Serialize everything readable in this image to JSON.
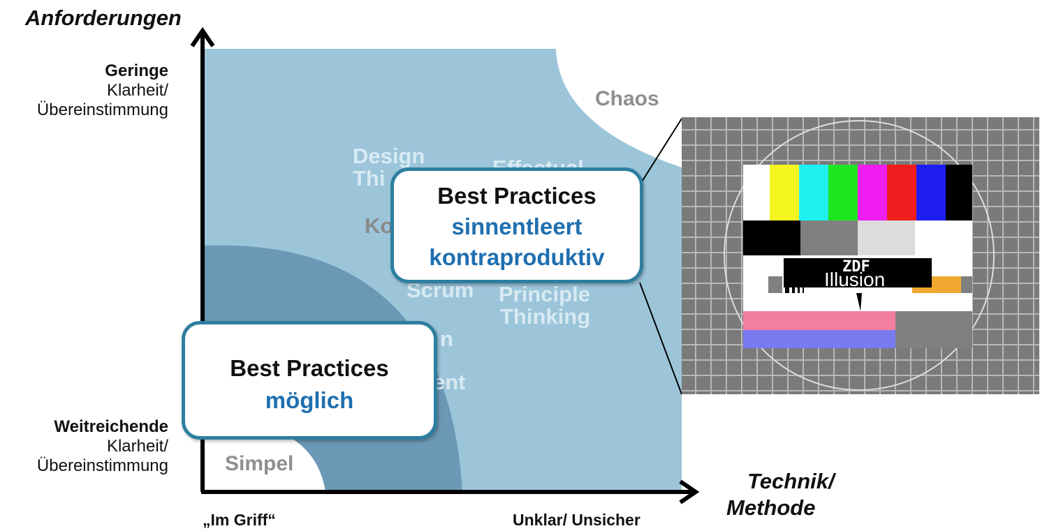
{
  "axes": {
    "y_title": "Anforderungen",
    "x_title_line1": "Technik/",
    "x_title_line2": "Methode"
  },
  "y_labels": {
    "top_bold": "Geringe",
    "top_line2": "Klarheit/",
    "top_line3": "Übereinstimmung",
    "bottom_bold": "Weitreichende",
    "bottom_line2": "Klarheit/",
    "bottom_line3": "Übereinstimmung"
  },
  "x_labels": {
    "left": "„Im Griff“",
    "right": "Unklar/ Unsicher"
  },
  "domains": {
    "chaos": "Chaos",
    "simple": "Simpel"
  },
  "callouts": {
    "upper": {
      "line1": "Best Practices",
      "line2": "sinnentleert",
      "line3": "kontraproduktiv"
    },
    "lower": {
      "line1": "Best Practices",
      "line2": "möglich"
    }
  },
  "background_terms": {
    "design": "Design",
    "thinking_partial": "Thi",
    "effectual_partial": "Effectual",
    "ko_partial": "Ko",
    "scrum": "Scrum",
    "principle": "Principle",
    "thinking": "Thinking",
    "n_partial": "n",
    "ent_partial": "ent"
  },
  "testcard": {
    "brand": "ZDF",
    "caption": "Illusion"
  },
  "colors": {
    "light_blue": "#9cc5da",
    "dark_blue": "#6b98b5",
    "callout_border": "#2e7ea0",
    "accent_text": "#1f6fb0"
  }
}
